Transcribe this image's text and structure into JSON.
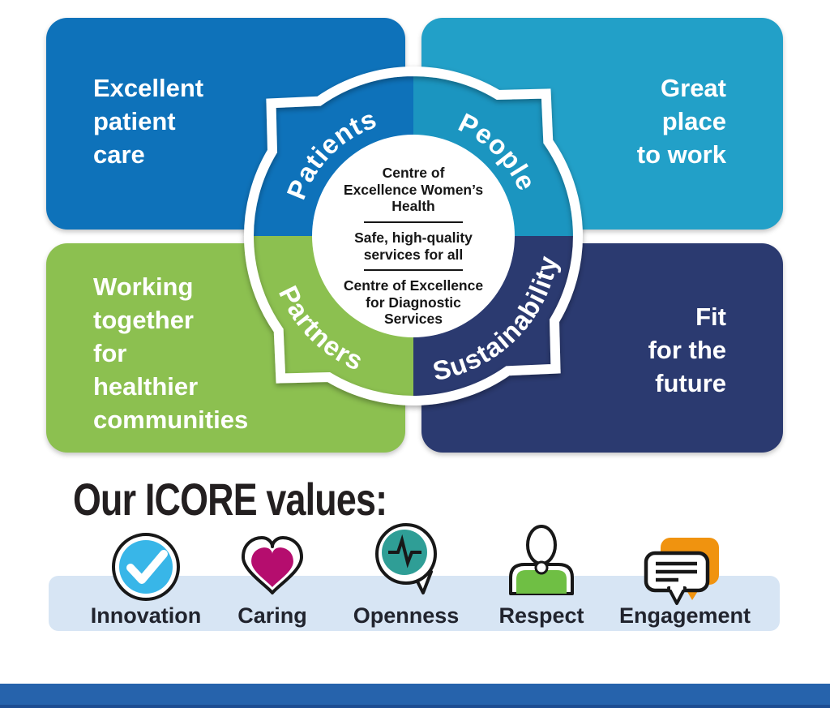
{
  "quadrant_boxes": {
    "top_left": {
      "text": "Excellent\npatient\ncare",
      "color": "#0e72ba"
    },
    "top_right": {
      "text": "Great\nplace\nto work",
      "color": "#22a0c8"
    },
    "bottom_left": {
      "text": "Working\ntogether\nfor\nhealthier\ncommunities",
      "color": "#8cc050"
    },
    "bottom_right": {
      "text": "Fit\nfor the\nfuture",
      "color": "#2b3a70"
    }
  },
  "ring": {
    "quadrants": [
      {
        "label": "Patients",
        "color": "#0e72ba"
      },
      {
        "label": "People",
        "color": "#1b95c0"
      },
      {
        "label": "Partners",
        "color": "#8cc050"
      },
      {
        "label": "Sustainability",
        "color": "#2b3a70"
      }
    ],
    "center_statements": [
      "Centre of\nExcellence Women’s\nHealth",
      "Safe, high-quality\nservices for all",
      "Centre of Excellence\nfor Diagnostic\nServices"
    ]
  },
  "values_section": {
    "heading": "Our ICORE values:",
    "band_color": "#d7e5f4",
    "items": [
      {
        "label": "Innovation",
        "icon": "check-circle-icon",
        "accent_color": "#38b6e8"
      },
      {
        "label": "Caring",
        "icon": "heart-icon",
        "accent_color": "#b50d6e"
      },
      {
        "label": "Openness",
        "icon": "pulse-speech-bubble-icon",
        "accent_color": "#2f9e96"
      },
      {
        "label": "Respect",
        "icon": "person-icon",
        "accent_color": "#6fbf44"
      },
      {
        "label": "Engagement",
        "icon": "chat-bubbles-icon",
        "accent_color": "#f0930f"
      }
    ]
  },
  "footer": {
    "bar_color": "#2663ac",
    "edge_color": "#1d4d92"
  }
}
